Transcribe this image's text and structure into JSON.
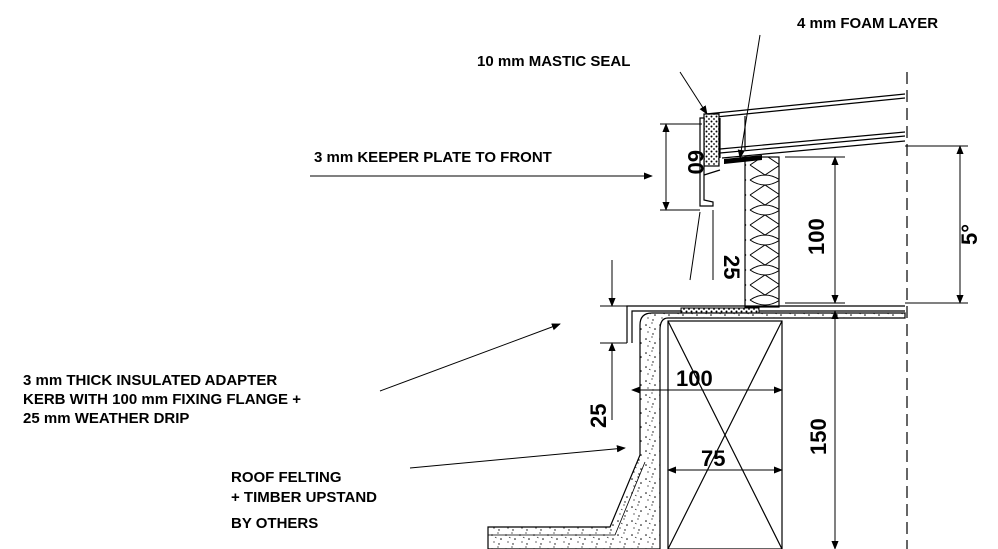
{
  "labels": {
    "foam_layer": "4 mm FOAM LAYER",
    "mastic_seal": "10 mm MASTIC SEAL",
    "keeper_plate": "3 mm KEEPER PLATE TO FRONT",
    "adapter_kerb_line1": "3 mm THICK  INSULATED ADAPTER",
    "adapter_kerb_line2": "KERB WITH 100 mm FIXING FLANGE +",
    "adapter_kerb_line3": "25 mm WEATHER DRIP",
    "roof_felting_line1": "ROOF FELTING",
    "roof_felting_line2": "+ TIMBER UPSTAND",
    "roof_felting_line3": "BY OTHERS"
  },
  "dimensions": {
    "upstand_60": "60",
    "drip_25_upper": "25",
    "insulation_100": "100",
    "angle_5deg": "5°",
    "flange_100": "100",
    "timber_75": "75",
    "kerb_150": "150",
    "drip_25_lower": "25"
  }
}
